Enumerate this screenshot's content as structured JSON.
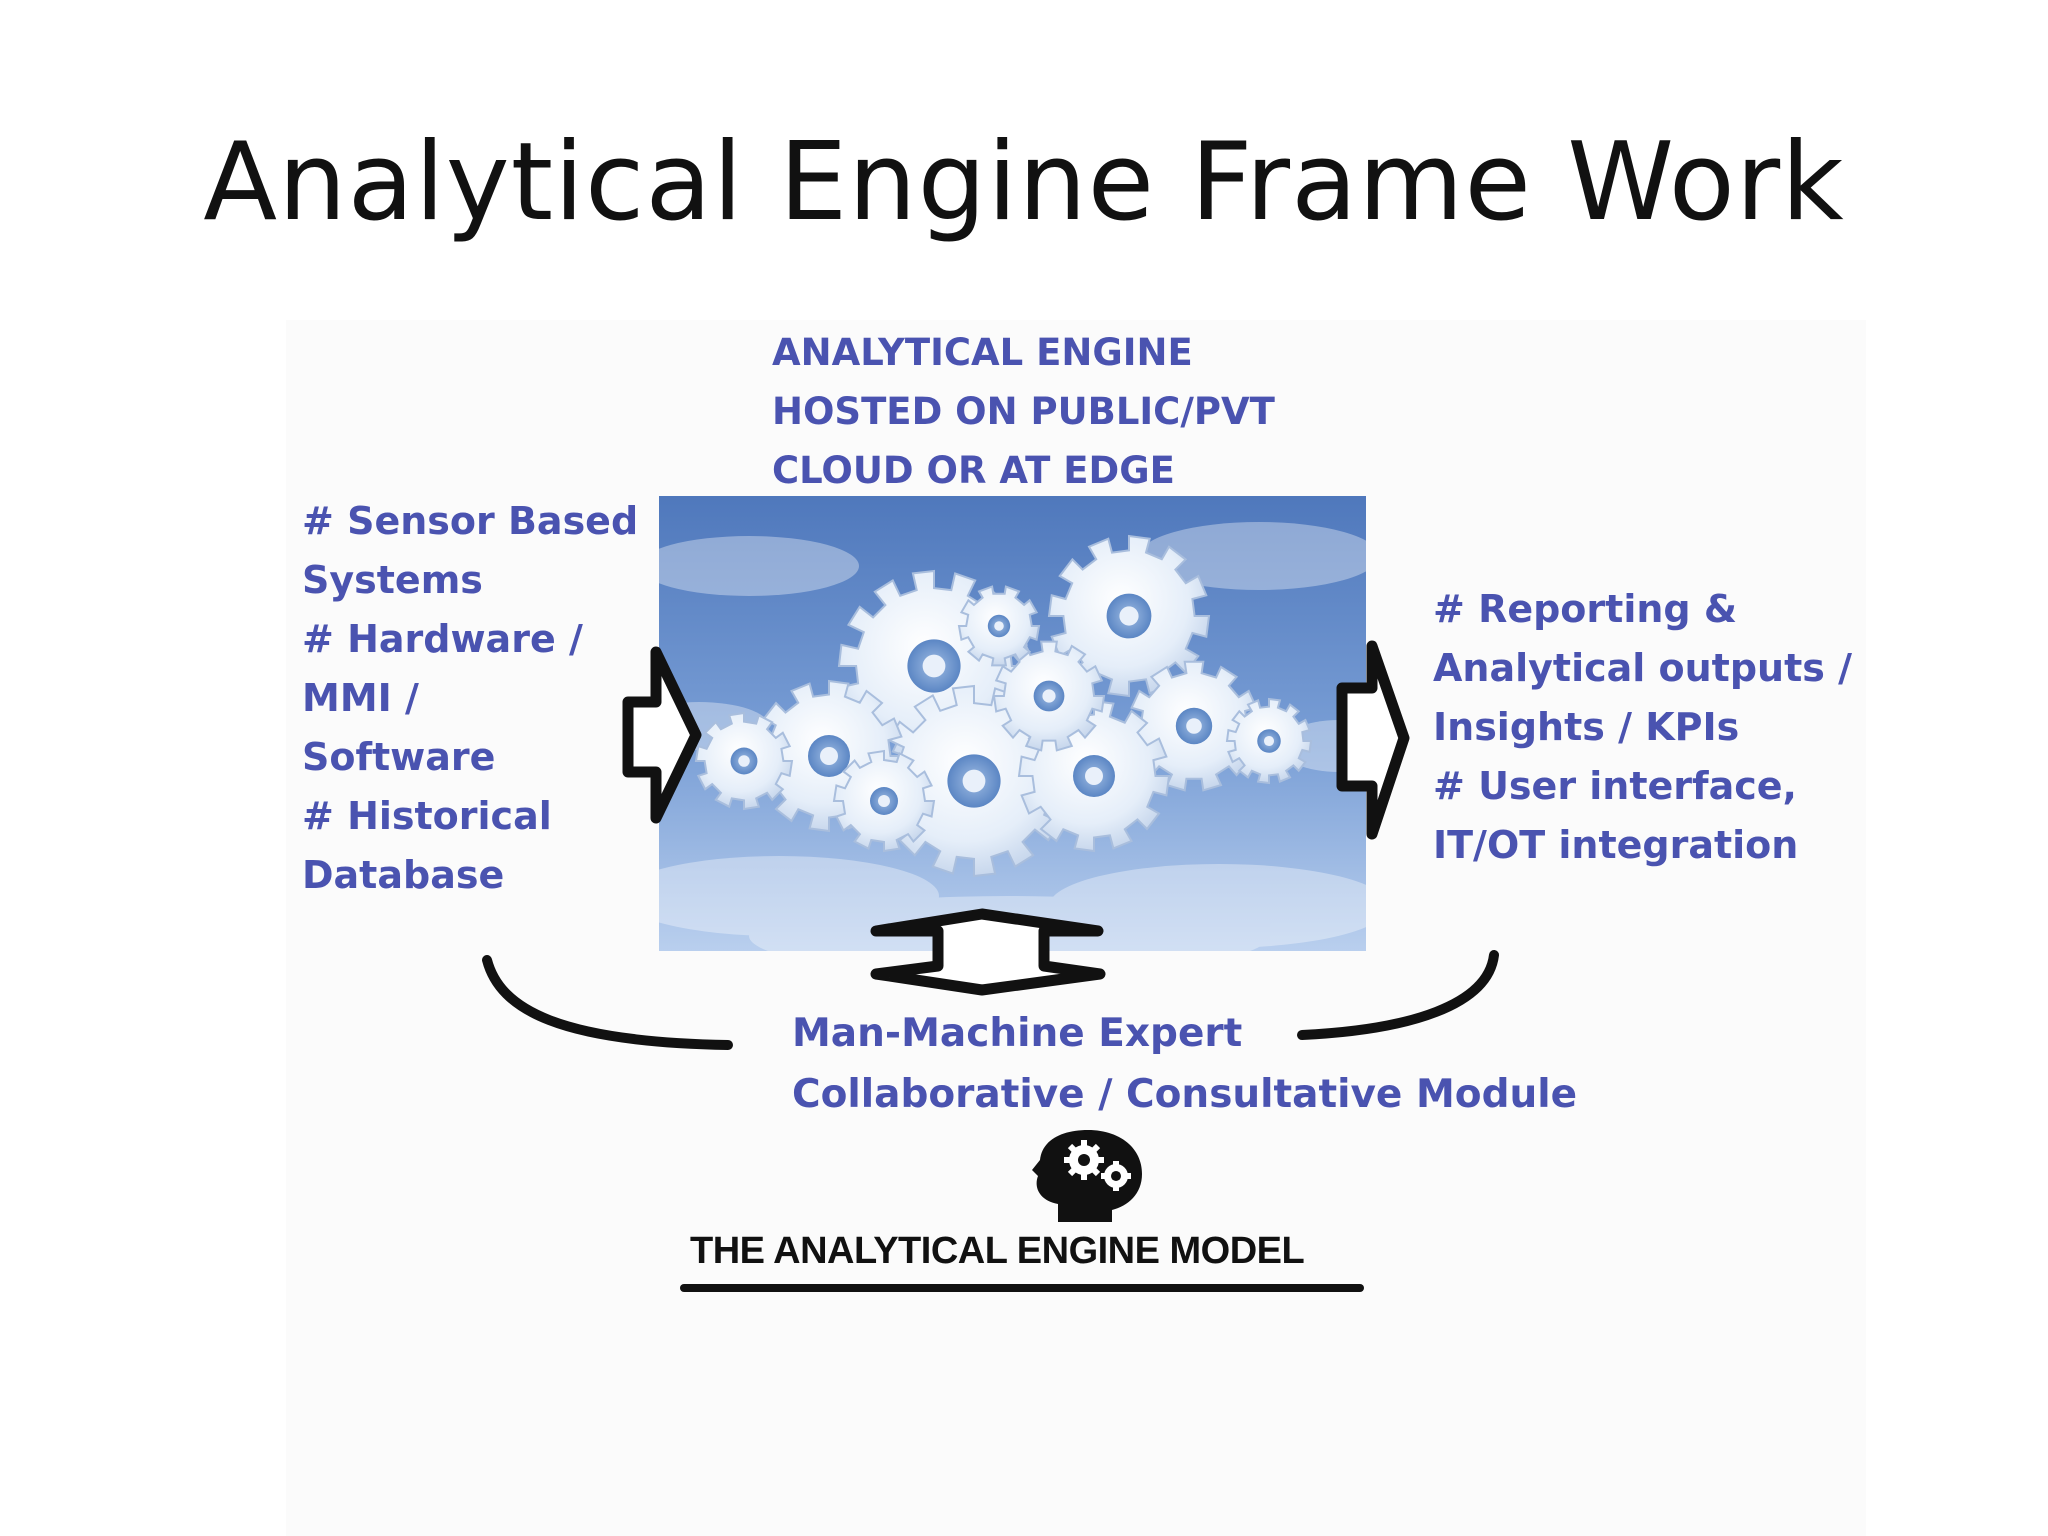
{
  "slide": {
    "title": "Analytical Engine Frame Work"
  },
  "diagram": {
    "cloud_heading": [
      "ANALYTICAL ENGINE",
      "HOSTED ON PUBLIC/PVT",
      "CLOUD OR AT EDGE"
    ],
    "inputs": [
      "# Sensor Based",
      "Systems",
      "# Hardware /",
      "MMI /",
      "Software",
      "# Historical",
      "Database"
    ],
    "outputs": [
      "# Reporting &",
      "Analytical outputs /",
      "Insights / KPIs",
      "# User interface,",
      "IT/OT integration"
    ],
    "collaboration": [
      "Man-Machine Expert",
      "Collaborative  / Consultative Module"
    ],
    "model_title": "THE ANALYTICAL ENGINE MODEL",
    "colors": {
      "label_blue": "#4a53b0",
      "arrow": "#111111",
      "sky": "#5f86c6"
    },
    "icons": [
      "gears-cloud-image",
      "right-arrow-icon",
      "double-arrow-icon",
      "brain-gears-head-icon"
    ]
  }
}
